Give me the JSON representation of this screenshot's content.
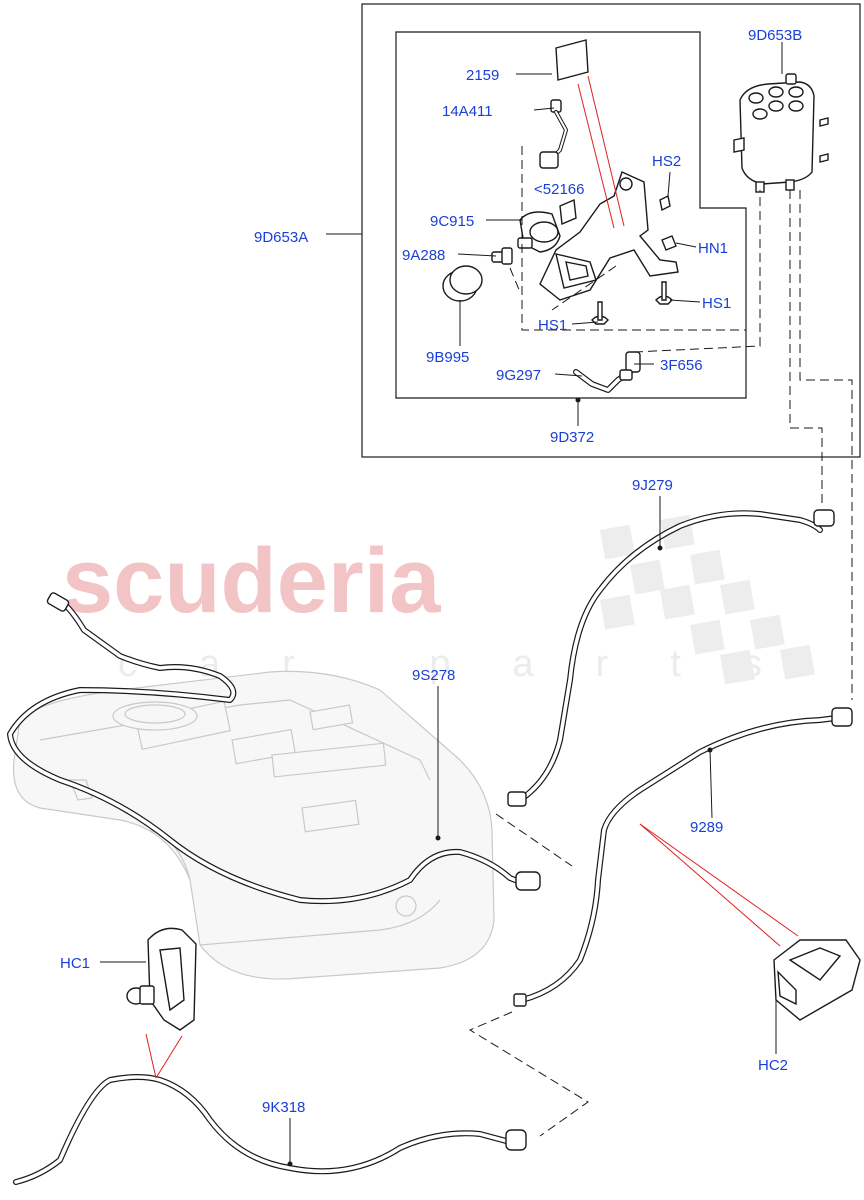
{
  "watermark": {
    "brand": "scuderia",
    "tagline": "car parts"
  },
  "labels": {
    "assembly_9d653a": "9D653A",
    "canister_9d653b": "9D653B",
    "part_2159": "2159",
    "part_14a411": "14A411",
    "part_52166": "<52166",
    "part_9c915": "9C915",
    "part_9a288": "9A288",
    "part_9b995": "9B995",
    "part_hs2": "HS2",
    "part_hn1": "HN1",
    "part_hs1_right": "HS1",
    "part_hs1_left": "HS1",
    "part_9g297": "9G297",
    "part_3f656": "3F656",
    "part_9d372": "9D372",
    "part_9j279": "9J279",
    "part_9s278": "9S278",
    "part_9289": "9289",
    "part_hc1": "HC1",
    "part_hc2": "HC2",
    "part_9k318": "9K318"
  },
  "colors": {
    "label": "#1a3fd6",
    "callout_red": "#e02020",
    "watermark": "#f3c4c6"
  }
}
